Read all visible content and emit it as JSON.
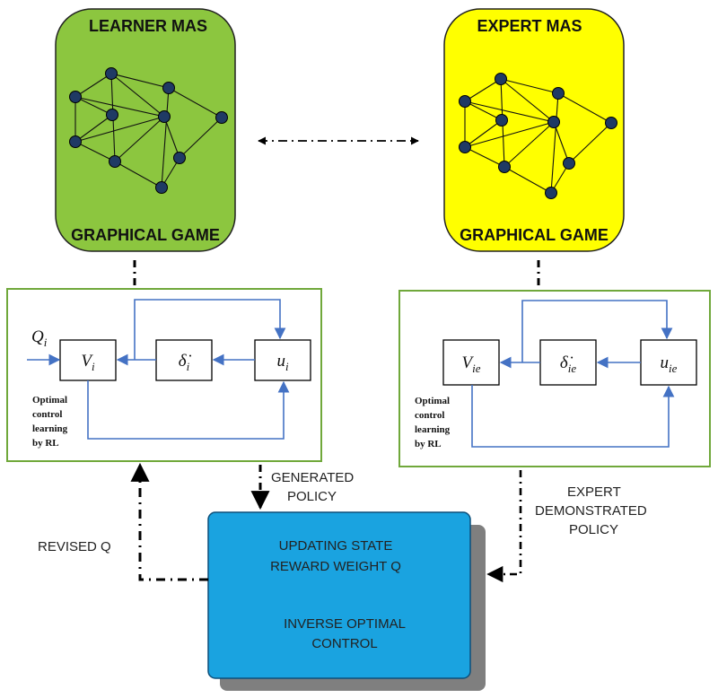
{
  "learner_mas": {
    "title": "LEARNER MAS",
    "footer": "GRAPHICAL GAME",
    "fill_color": "#8cc63f"
  },
  "expert_mas": {
    "title": "EXPERT MAS",
    "footer": "GRAPHICAL GAME",
    "fill_color": "#ffff00"
  },
  "node_color": "#1f3a64",
  "learner_loop": {
    "input_label": "Q",
    "input_sub": "i",
    "block_v": "V",
    "block_v_sub": "i",
    "block_delta": "δ̇",
    "block_delta_sub": "i",
    "block_u": "u",
    "block_u_sub": "i",
    "caption": [
      "Optimal",
      "control",
      "learning",
      "by RL"
    ]
  },
  "expert_loop": {
    "block_v": "V",
    "block_v_sub": "ie",
    "block_delta": "δ̇",
    "block_delta_sub": "ie",
    "block_u": "u",
    "block_u_sub": "ie",
    "caption": [
      "Optimal",
      "control",
      "learning",
      "by RL"
    ]
  },
  "labels": {
    "generated_policy": [
      "GENERATED",
      "POLICY"
    ],
    "expert_policy": [
      "EXPERT",
      "DEMONSTRATED",
      "POLICY"
    ],
    "revised_q": "REVISED Q"
  },
  "ioc_box": {
    "line1": "UPDATING STATE",
    "line2": "REWARD WEIGHT Q",
    "line3": "INVERSE OPTIMAL",
    "line4": "CONTROL",
    "fill_color": "#1aa3e0"
  }
}
